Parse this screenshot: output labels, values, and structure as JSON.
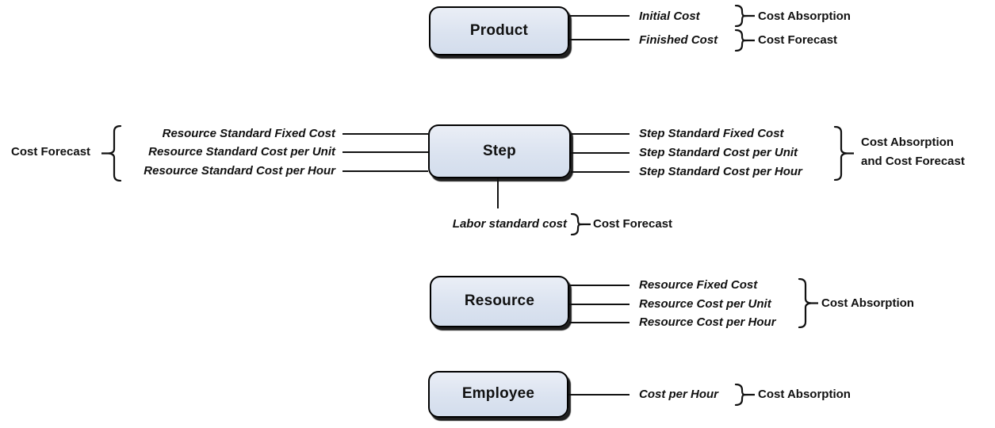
{
  "product": {
    "title": "Product",
    "rows": [
      {
        "attr": "Initial Cost",
        "group": "Cost Absorption"
      },
      {
        "attr": "Finished Cost",
        "group": "Cost Forecast"
      }
    ]
  },
  "step": {
    "title": "Step",
    "left": {
      "group": "Cost Forecast",
      "attrs": [
        "Resource Standard Fixed Cost",
        "Resource Standard Cost per Unit",
        "Resource Standard Cost per Hour"
      ]
    },
    "right": {
      "attrs": [
        "Step Standard Fixed Cost",
        "Step Standard Cost per Unit",
        "Step Standard Cost per Hour"
      ],
      "group_line1": "Cost Absorption",
      "group_line2": "and Cost Forecast"
    },
    "bottom": {
      "attr": "Labor standard cost",
      "group": "Cost Forecast"
    }
  },
  "resource": {
    "title": "Resource",
    "attrs": [
      "Resource Fixed Cost",
      "Resource Cost per Unit",
      "Resource Cost per Hour"
    ],
    "group": "Cost Absorption"
  },
  "employee": {
    "title": "Employee",
    "attr": "Cost per Hour",
    "group": "Cost Absorption"
  },
  "colors": {
    "box_fill": "#dbe3f0",
    "box_border": "#000000",
    "line": "#111111"
  }
}
